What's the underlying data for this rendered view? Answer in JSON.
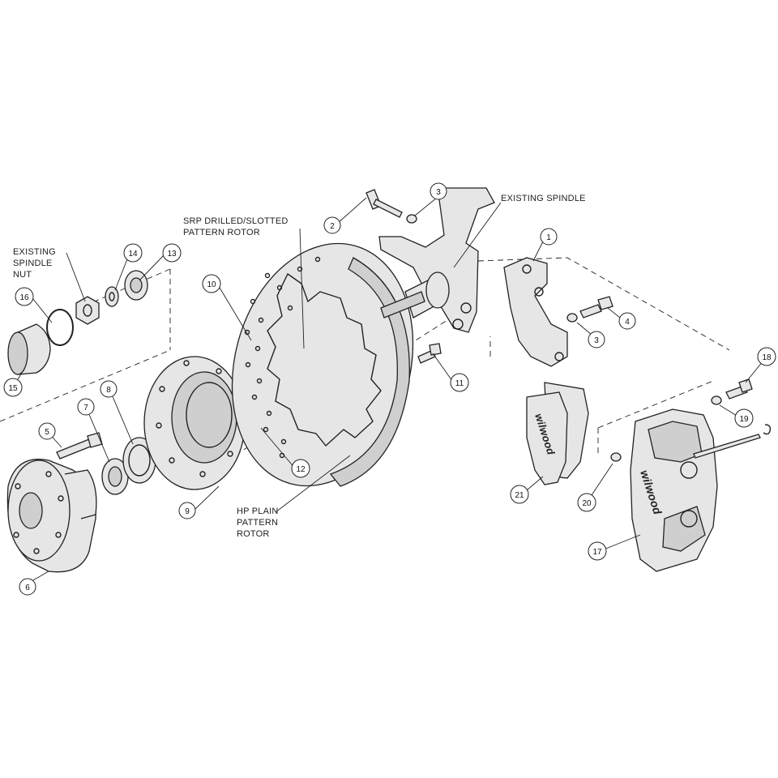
{
  "labels": {
    "existing_spindle_nut": [
      "EXISTING",
      "SPINDLE",
      "NUT"
    ],
    "srp_rotor": [
      "SRP DRILLED/SLOTTED",
      "PATTERN ROTOR"
    ],
    "existing_spindle": "EXISTING SPINDLE",
    "hp_rotor": [
      "HP PLAIN",
      "PATTERN",
      "ROTOR"
    ],
    "pad_brand": "wilwood",
    "caliper_brand": "wilwood"
  },
  "callouts": {
    "c1": "1",
    "c2": "2",
    "c3a": "3",
    "c3b": "3",
    "c4": "4",
    "c5": "5",
    "c6": "6",
    "c7": "7",
    "c8": "8",
    "c9": "9",
    "c10": "10",
    "c11": "11",
    "c12": "12",
    "c13": "13",
    "c14": "14",
    "c15": "15",
    "c16": "16",
    "c17": "17",
    "c18": "18",
    "c19": "19",
    "c20": "20",
    "c21": "21"
  },
  "colors": {
    "line": "#222222",
    "fill": "#e6e6e6",
    "fill_dark": "#cfcfcf",
    "background": "#ffffff"
  }
}
